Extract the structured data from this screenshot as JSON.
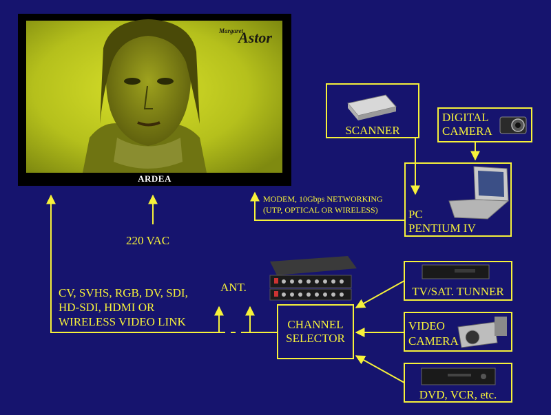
{
  "monitor": {
    "brand": "ARDEA",
    "logo_small": "Margaret",
    "logo_big": "Astor"
  },
  "labels": {
    "power": "220 VAC",
    "antenna": "ANT.",
    "video_link": [
      "CV, SVHS, RGB, DV, SDI,",
      "HD-SDI, HDMI OR",
      "WIRELESS VIDEO LINK"
    ],
    "networking": [
      "MODEM, 10Gbps NETWORKING",
      "(UTP, OPTICAL OR WIRELESS)"
    ]
  },
  "boxes": {
    "scanner": "SCANNER",
    "digital_camera": [
      "DIGITAL",
      "CAMERA"
    ],
    "pc": [
      "PC",
      "PENTIUM IV"
    ],
    "tv_tuner": "TV/SAT. TUNNER",
    "video_camera": [
      "VIDEO",
      "CAMERA"
    ],
    "dvd": "DVD, VCR, etc.",
    "channel_selector": [
      "CHANNEL",
      "SELECTOR"
    ]
  },
  "colors": {
    "background": "#16146e",
    "line": "#f7f23a",
    "text": "#f7f23a",
    "screen": "#b7c21f"
  }
}
